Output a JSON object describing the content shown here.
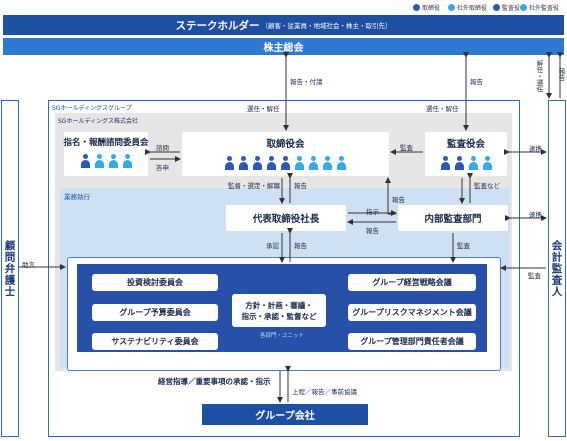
{
  "legend": [
    {
      "label": "取締役",
      "color": "#2d58b3"
    },
    {
      "label": "社外取締役",
      "color": "#33ace4"
    },
    {
      "label": "監査役",
      "color": "#2d58b3"
    },
    {
      "label": "社外監査役",
      "color": "#33ace4"
    }
  ],
  "stakeholder": {
    "title": "ステークホルダー",
    "sub": "（顧客・従業員・地域社会・株主・取引先）"
  },
  "shareholders_meeting": "株主総会",
  "group_label": "SGホールディングスグループ",
  "company_label": "SGホールディングス株式会社",
  "board": {
    "title": "取締役会",
    "people": [
      "dark",
      "dark",
      "dark",
      "dark",
      "dark",
      "light",
      "light",
      "light",
      "light"
    ]
  },
  "nomination_committee": {
    "title": "指名・報酬諮問委員会",
    "people": [
      "dark",
      "light",
      "light",
      "light"
    ]
  },
  "auditors": {
    "title": "監査役会",
    "people": [
      "dark",
      "dark",
      "light",
      "light"
    ]
  },
  "execution_label": "業務執行",
  "president": "代表取締役社長",
  "internal_audit": "内部監査部門",
  "inner_box": {
    "center_text_1": "方針・計画・審議・",
    "center_text_2": "指示・承認・監督など",
    "center_sub": "各部門・ユニット",
    "left_committees": [
      "投資検討委員会",
      "グループ予算委員会",
      "サステナビリティ委員会"
    ],
    "right_committees": [
      "グループ経営戦略会議",
      "グループリスクマネジメント会議",
      "グループ管理部門責任者会議"
    ]
  },
  "group_companies": "グループ会社",
  "legal_advisor": "顧問弁護士",
  "accounting_auditor": "会計監査人",
  "labels": {
    "report_submit": "報告・付議",
    "report_top_right": "報告",
    "elect_dismiss_left": "選任・解任",
    "elect_dismiss_right": "選任・解任",
    "right_top_elect": "解任・選任",
    "right_top_report": "報告",
    "consult": "諮問",
    "reply": "答申",
    "audit_left": "監査",
    "coop_top": "連携",
    "coop_mid": "連携",
    "supervise": "監督・選定・解職",
    "report_board": "報告",
    "report_audit": "報告",
    "audit_etc": "監査など",
    "instruct": "指示",
    "report_mid": "報告",
    "approve": "承認",
    "report_down": "報告",
    "audit_down": "監査",
    "advice": "助言",
    "audit_right": "監査",
    "management_guide": "経営指導／重要事項の承認・指示",
    "proposal": "上程／報告／事前協議"
  }
}
